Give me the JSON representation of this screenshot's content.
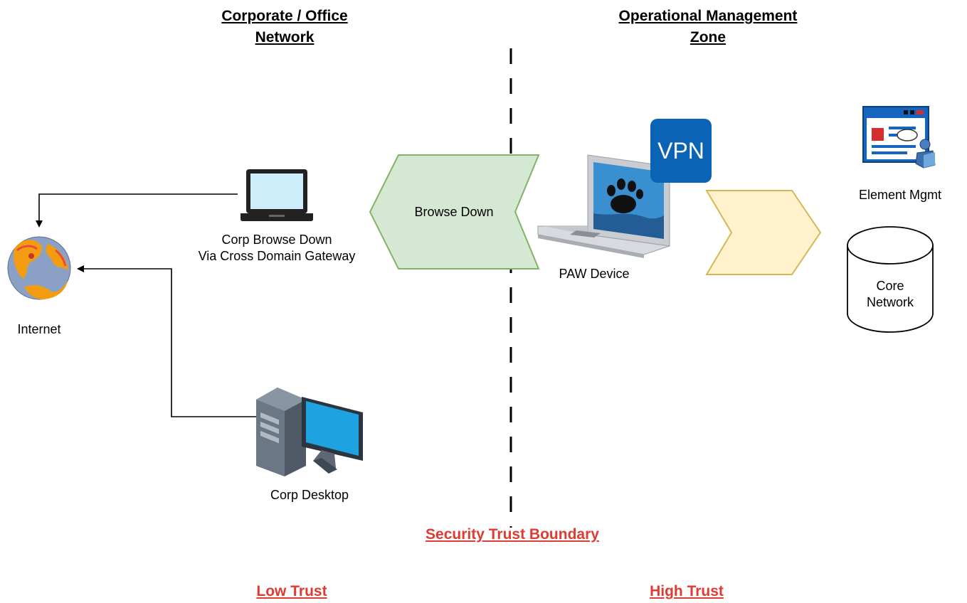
{
  "headings": {
    "corporate_line1": "Corporate / Office",
    "corporate_line2": "Network",
    "operational_line1": "Operational Management",
    "operational_line2": "Zone"
  },
  "nodes": {
    "internet": "Internet",
    "corp_browse_line1": "Corp Browse Down",
    "corp_browse_line2": "Via Cross Domain Gateway",
    "browse_down": "Browse Down",
    "paw_device": "PAW Device",
    "vpn": "VPN",
    "element_mgmt": "Element Mgmt",
    "core_line1": "Core",
    "core_line2": "Network",
    "corp_desktop": "Corp Desktop"
  },
  "boundary": {
    "label": "Security Trust Boundary",
    "low": "Low Trust",
    "high": "High Trust"
  },
  "colors": {
    "trust_red": "#e03b32",
    "browse_fill": "#d5e8d4",
    "browse_stroke": "#82b366",
    "arrow_fill": "#fff2cc",
    "arrow_stroke": "#d6b656",
    "vpn_blue": "#0b63b6"
  },
  "icons": [
    "globe-icon",
    "laptop-icon",
    "paw-laptop-icon",
    "vpn-icon",
    "element-mgmt-icon",
    "database-icon",
    "desktop-icon"
  ]
}
